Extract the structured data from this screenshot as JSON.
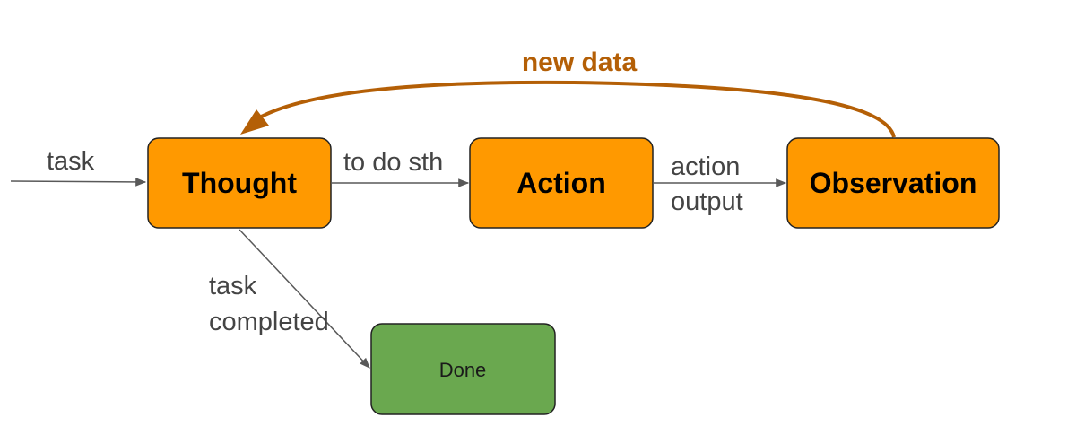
{
  "colors": {
    "node_fill": "#ff9900",
    "done_fill": "#6aa84f",
    "node_stroke": "#222222",
    "edge": "#595959",
    "loop": "#b45f06",
    "label_text": "#444444"
  },
  "nodes": {
    "thought": "Thought",
    "action": "Action",
    "observation": "Observation",
    "done": "Done"
  },
  "edges": {
    "input": "task",
    "thought_to_action": "to do sth",
    "action_to_observation": [
      "action",
      "output"
    ],
    "thought_to_done": [
      "task",
      "completed"
    ],
    "observation_to_thought": "new data"
  }
}
